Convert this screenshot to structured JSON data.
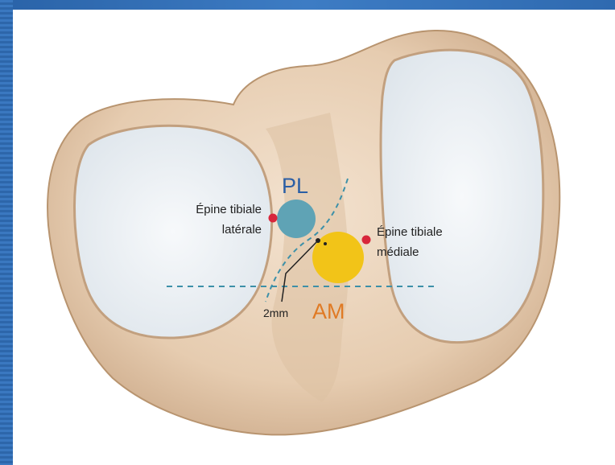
{
  "labels": {
    "pl": "PL",
    "am": "AM",
    "lateral_spine": [
      "Épine tibiale",
      "latérale"
    ],
    "medial_spine": [
      "Épine tibiale",
      "médiale"
    ],
    "distance": "2mm"
  },
  "colors": {
    "frame": "#2f6ab0",
    "bone": "#ecd6c0",
    "bone_shadow": "#c9a88a",
    "cartilage": "#eef2f5",
    "pl_circle": "#5fa3b5",
    "am_circle": "#f2c418",
    "spine_dot": "#d8263b",
    "pl_text": "#2b5fa5",
    "am_text": "#e07a24",
    "dashed_line": "#3d90a8"
  }
}
